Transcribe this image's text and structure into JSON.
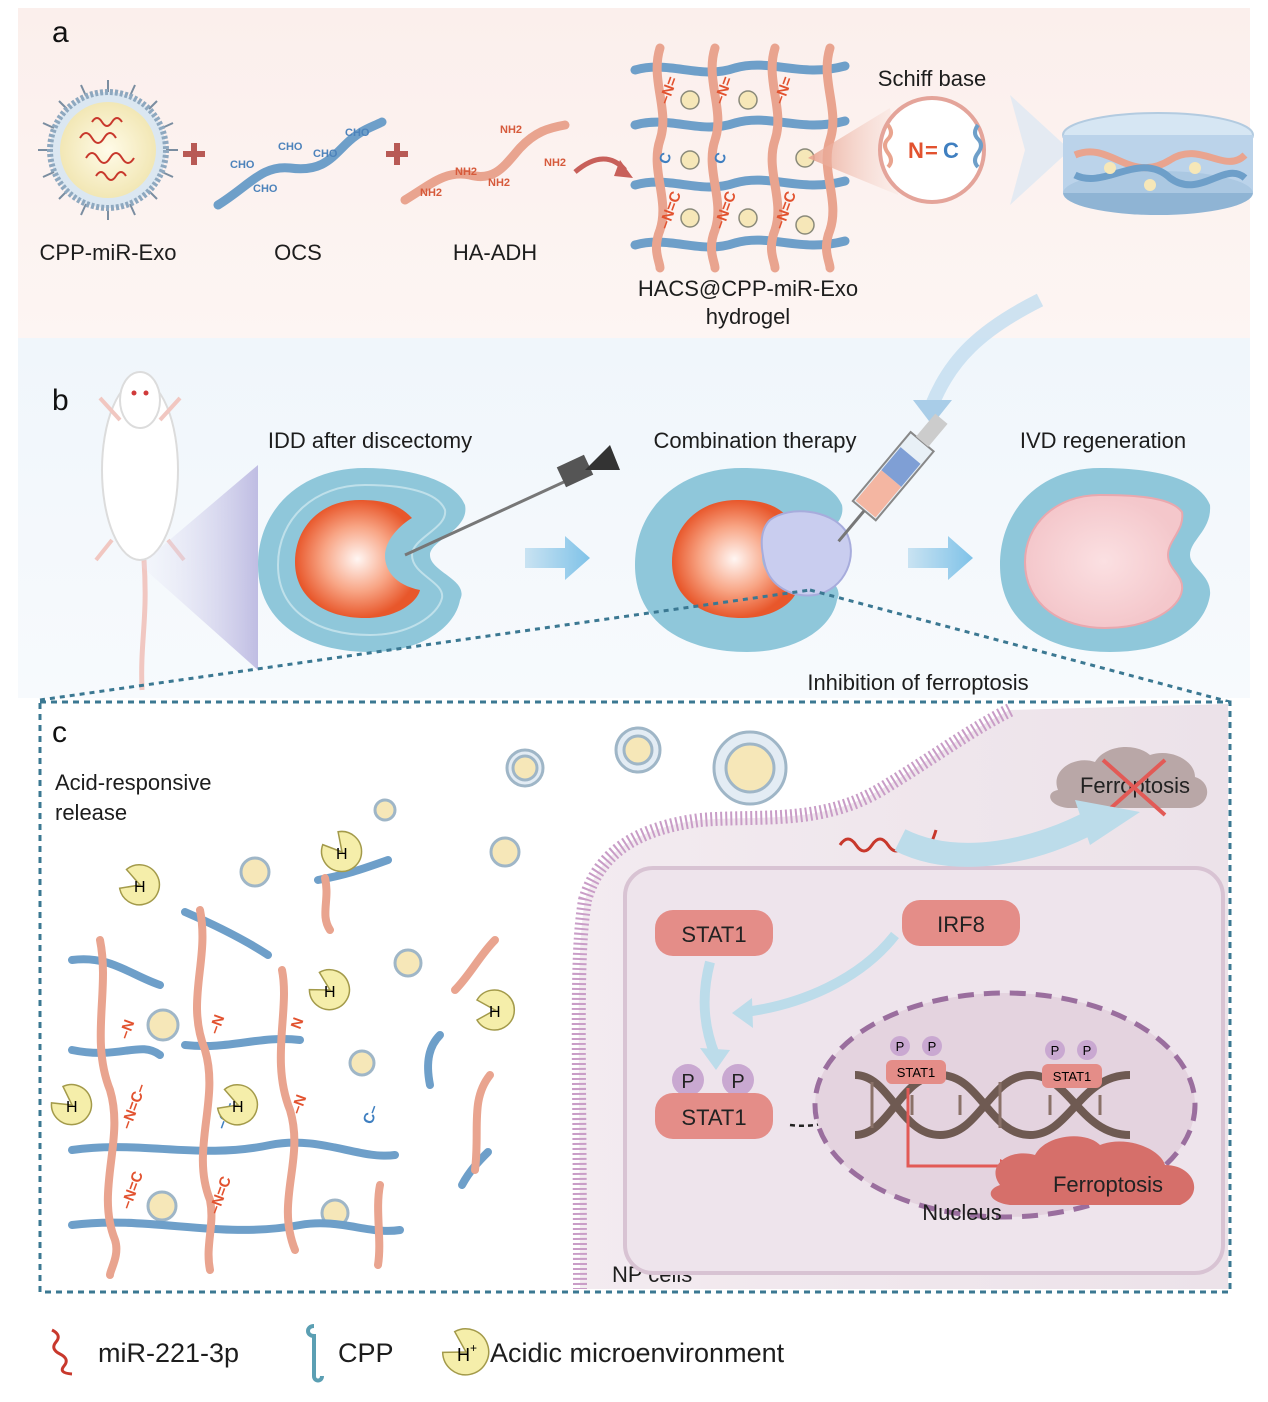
{
  "panels": {
    "a": "a",
    "b": "b",
    "c": "c"
  },
  "panel_a": {
    "exo_label": "CPP-miR-Exo",
    "ocs_label": "OCS",
    "ha_label": "HA-ADH",
    "hydrogel_label_1": "HACS@CPP-miR-Exo",
    "hydrogel_label_2": "hydrogel",
    "schiff_label": "Schiff base",
    "cho": "CHO",
    "nh2": "NH2",
    "bond_n": "N",
    "bond_c": "C",
    "bond_eq": "="
  },
  "panel_b": {
    "stage1": "IDD after discectomy",
    "stage2": "Combination therapy",
    "stage3": "IVD regeneration"
  },
  "panel_c": {
    "inhibition": "Inhibition of ferroptosis",
    "release_1": "Acid-responsive",
    "release_2": "release",
    "ferroptosis_top": "Ferroptosis",
    "stat1": "STAT1",
    "irf8": "IRF8",
    "p": "P",
    "stat1_small": "STAT1",
    "ferroptosis_bottom": "Ferroptosis",
    "nucleus": "Nucleus",
    "np_cells": "NP cells",
    "h_plus": "H",
    "plus": "+"
  },
  "legend": {
    "mirna": "miR-221-3p",
    "cpp": "CPP",
    "acid": "Acidic microenvironment"
  },
  "colors": {
    "chain_blue": "#6e9fc9",
    "chain_pink": "#e9a48f",
    "bond_red": "#e2522f",
    "bond_blue": "#3f7fc0",
    "stat_box": "#e48d88",
    "cloud": "#d66f6a",
    "panel_a_bg": "#fdf1ee",
    "panel_b_bg": "#eef5fa"
  }
}
